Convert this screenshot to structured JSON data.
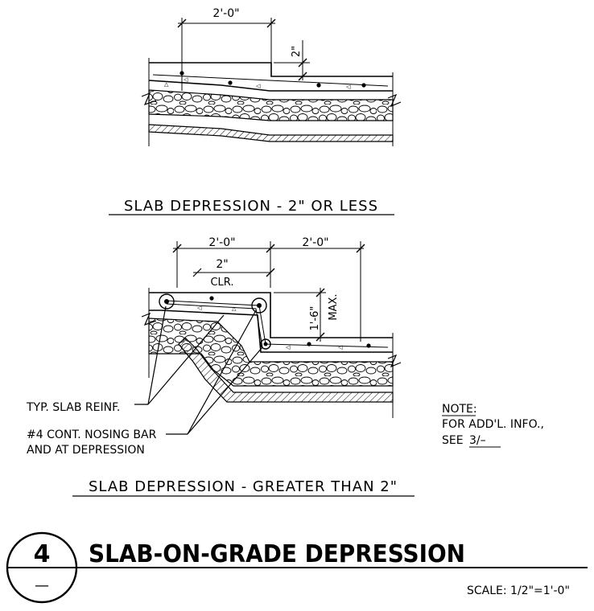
{
  "detail1": {
    "width_dim": "2'-0\"",
    "drop_dim": "2\"",
    "caption": "SLAB DEPRESSION - 2\" OR LESS"
  },
  "detail2": {
    "width_dim_left": "2'-0\"",
    "width_dim_right": "2'-0\"",
    "clear_dim": "2\"",
    "clear_label": "CLR.",
    "drop_dim": "1'-6\"",
    "drop_max": "MAX.",
    "callout_reinf": "TYP. SLAB REINF.",
    "callout_bar_line1": "#4 CONT. NOSING BAR",
    "callout_bar_line2": "AND AT DEPRESSION",
    "caption": "SLAB DEPRESSION - GREATER THAN 2\""
  },
  "note": {
    "heading": "NOTE:",
    "line1": "FOR ADD'L. INFO.,",
    "line2_prefix": "SEE",
    "line2_ref": "3/–"
  },
  "title_block": {
    "detail_number": "4",
    "sheet_ref": "—",
    "title": "SLAB-ON-GRADE DEPRESSION",
    "scale": "SCALE: 1/2\"=1'-0\""
  }
}
